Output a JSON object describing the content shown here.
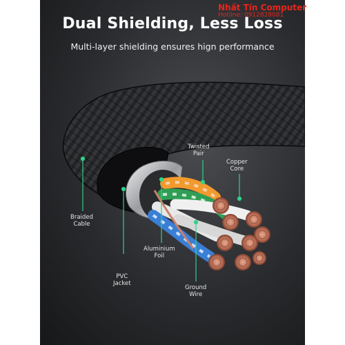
{
  "heading": {
    "title": "Dual Shielding, Less Loss",
    "subtitle": "Multi-layer shielding ensures hign performance"
  },
  "watermark": {
    "brand": "Nhất Tín Computer",
    "hotline": "Hotline: 0912828081"
  },
  "labels": {
    "twisted_pair": [
      "Twisted",
      "Pair"
    ],
    "copper_core": [
      "Copper",
      "Core"
    ],
    "braided_cable": [
      "Braided",
      "Cable"
    ],
    "aluminium_foil": [
      "Aluminium",
      "Foil"
    ],
    "pvc_jacket": [
      "PVC",
      "Jacket"
    ],
    "ground_wire": [
      "Ground",
      "Wire"
    ]
  },
  "colors": {
    "accent_green": "#2fd28a",
    "title_white": "#ffffff",
    "watermark_red": "#e8251b",
    "wire_orange": "#f29a2e",
    "wire_green": "#2f9e55",
    "wire_blue": "#3a7fd6",
    "copper": "#c9806a"
  }
}
